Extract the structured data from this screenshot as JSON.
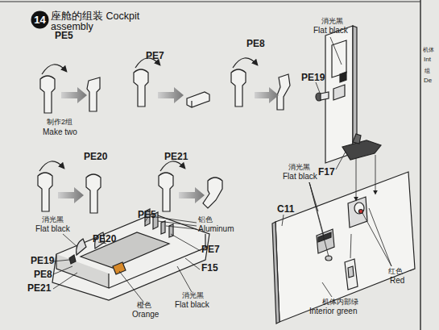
{
  "diagram": {
    "title": "座舱的组装 Cockpit assembly",
    "nodes": [
      {
        "text": [
          "14"
        ]
      }
    ],
    "labels": [
      "PE5",
      "PE7",
      "PE8",
      "消光黑",
      "Flat black",
      "PE19",
      "F17",
      "制作2组",
      "Make two",
      "PE20",
      "PE21",
      "消光黑",
      "Flat black",
      "PE20",
      "PE5",
      "铝色",
      "Aluminum",
      "PE7",
      "F15",
      "PE19",
      "PE8",
      "PE21",
      "橙色",
      "Orange",
      "消光黑",
      "Flat black",
      "C11",
      "消光黑",
      "Flat black",
      "红色",
      "Red",
      "机体内部绿",
      "Interior green",
      "机体",
      "Int",
      "组",
      "De"
    ]
  }
}
